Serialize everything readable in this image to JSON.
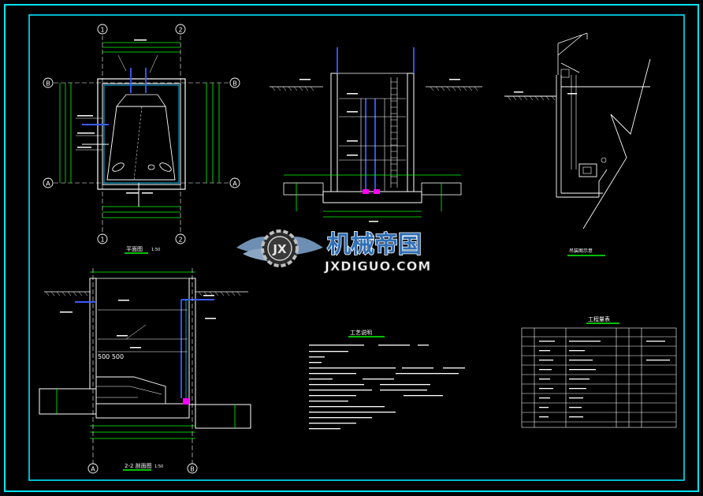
{
  "axes": {
    "top_1": "1",
    "top_2": "2",
    "bot_1": "1",
    "bot_2": "2",
    "left_B": "B",
    "left_A": "A",
    "right_B": "B",
    "right_A": "A",
    "sec_A": "A",
    "sec_B": "B"
  },
  "plan": {
    "title": "平面图",
    "scale": "1:50",
    "dim_text": "500 500"
  },
  "section": {
    "title": "2-2 剖面图",
    "scale": "1:50"
  },
  "detail": {
    "title": "吊装图示意"
  },
  "notes": {
    "title": "工艺说明"
  },
  "table": {
    "title": "工程量表"
  },
  "watermark": {
    "cn": "机械帝国",
    "en": "JXDIGUO.COM",
    "badge": "JX"
  },
  "colors": {
    "frame": "#00e5ff",
    "walls": "#ffffff",
    "dims": "#00ff00",
    "water": "#00c8ff",
    "pipe_blue": "#3a5bff",
    "pipe_magenta": "#ff00ff",
    "text": "#ffffff",
    "wm_blue": "#2f6fb6"
  }
}
